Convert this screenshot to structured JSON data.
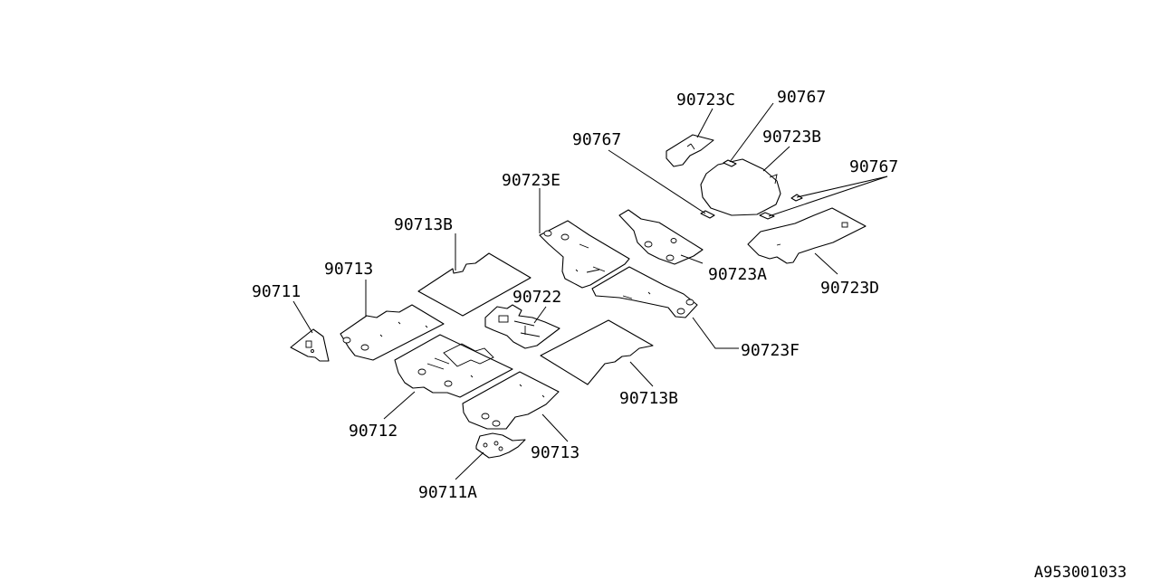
{
  "diagram": {
    "callouts": {
      "p90723C": "90723C",
      "p90767_top": "90767",
      "p90767_left": "90767",
      "p90723B": "90723B",
      "p90767_right": "90767",
      "p90723E": "90723E",
      "p90713B_top": "90713B",
      "p90713_left": "90713",
      "p90711": "90711",
      "p90722": "90722",
      "p90723A": "90723A",
      "p90723D": "90723D",
      "p90723F": "90723F",
      "p90713B_right": "90713B",
      "p90712": "90712",
      "p90713_bottom": "90713",
      "p90711A": "90711A"
    },
    "reference_code": "A953001033",
    "colors": {
      "line": "#000000",
      "background": "#ffffff"
    }
  }
}
